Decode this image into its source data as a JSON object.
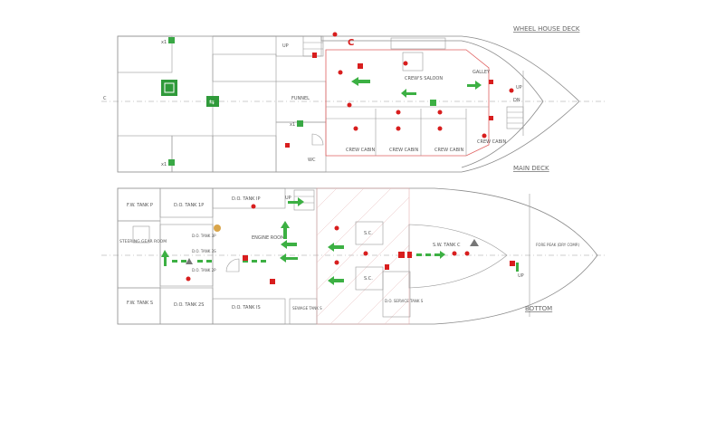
{
  "labels": {
    "wheel_house_deck": "WHEEL HOUSE DECK",
    "main_deck": "MAIN DECK",
    "bottom": "BOTTOM",
    "funnel": "FUNNEL",
    "crews_saloon": "CREW'S SALOON",
    "galley": "GALLEY",
    "crew_cabin_1": "CREW CABIN",
    "crew_cabin_2": "CREW CABIN",
    "crew_cabin_3": "CREW CABIN",
    "crew_cabin_4": "CREW CABIN",
    "wc": "WC",
    "up_main": "UP",
    "up_main_2": "UP",
    "up_bottom": "UP",
    "up_bottom_2": "UP",
    "dn": "DN",
    "fw_tank_p": "F.W. TANK P",
    "fw_tank_s": "F.W. TANK S",
    "steering_gear_room": "STEERING GEAR ROOM",
    "do_tank_1p": "D.O. TANK 1P",
    "do_tank_2p": "D.O. TANK 2P",
    "do_tank_2s": "D.O. TANK 2S",
    "do_tank_3p": "D.O. TANK 3P",
    "do_tank_3s": "D.O. TANK 3S",
    "do_tank_ip": "D.O. TANK IP",
    "do_tank_is": "D.O. TANK IS",
    "engine_room": "ENGINE ROOM",
    "sewage_tank_s": "SEWAGE TANK S",
    "do_service_tank_s": "D.O. SERVICE TANK S",
    "sc_1": "S.C.",
    "sc_2": "S.C.",
    "sw_tank_c": "S.W. TANK C",
    "fore_peak": "FORE PEAK (DRY COMP.)",
    "x1_a": "x1",
    "x1_b": "x1",
    "x1_c": "x1",
    "centerline_mark": "C",
    "c_marker": "C"
  },
  "colors": {
    "outline": "#8a8a8a",
    "escape_arrow": "#3cb043",
    "extinguisher": "#d81e1e",
    "boundary": "#e06060"
  }
}
